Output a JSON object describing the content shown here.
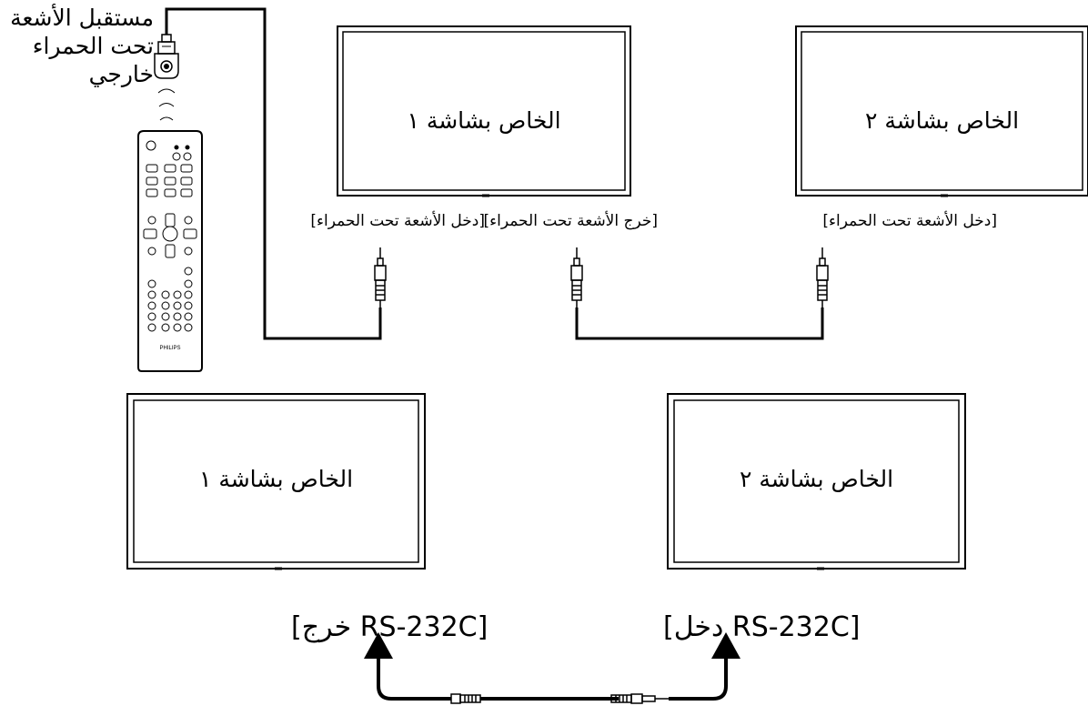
{
  "ir_receiver": {
    "line1": "مستقبل الأشعة",
    "line2": "تحت الحمراء",
    "line3": "خارجي"
  },
  "remote": {
    "brand": "PHILIPS"
  },
  "ir_setup": {
    "display1": {
      "title": "الخاص بشاشة ١",
      "port_label": "[دخل الأشعة تحت الحمراء]"
    },
    "display1_out_label": "[خرج الأشعة تحت الحمراء]",
    "display2": {
      "title": "الخاص بشاشة ٢",
      "port_label": "[دخل الأشعة تحت الحمراء]"
    }
  },
  "rs232_setup": {
    "display1": {
      "title": "الخاص بشاشة ١",
      "port_label": "[RS-232C خرج]"
    },
    "display2": {
      "title": "الخاص بشاشة ٢",
      "port_label": "[RS-232C دخل]"
    }
  }
}
